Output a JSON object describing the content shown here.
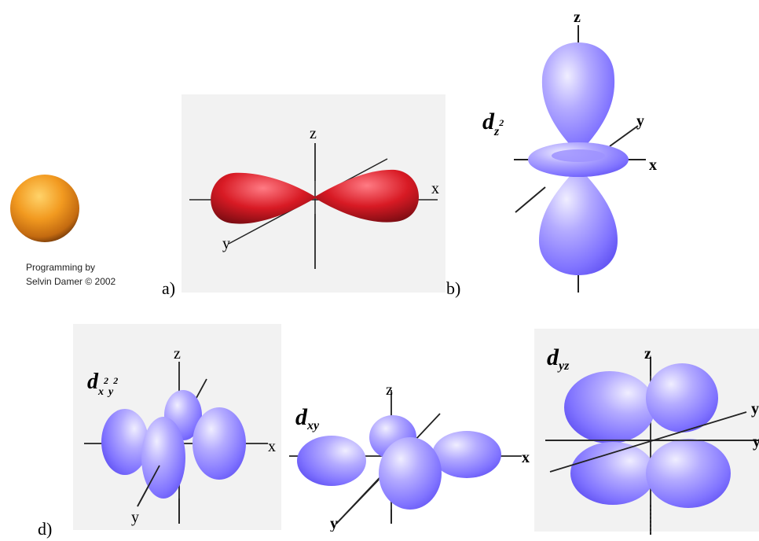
{
  "credit": {
    "line1": "Programming by",
    "line2": "Selvin Damer © 2002"
  },
  "part_labels": {
    "a": "a)",
    "b": "b)",
    "d": "d)"
  },
  "axes": {
    "x": "x",
    "y": "y",
    "z": "z"
  },
  "orbitals": {
    "dz2": {
      "main": "d",
      "sub": "z",
      "sup": "2"
    },
    "dx2y2": {
      "main": "d",
      "sub1": "x",
      "sup1": "2",
      "sub2": "y",
      "sup2": "2"
    },
    "dxy": {
      "main": "d",
      "sub": "xy"
    },
    "dyz": {
      "main": "d",
      "sub": "yz"
    }
  },
  "colors": {
    "s_orbital": "#e8901c",
    "p_orbital": "#cc1a22",
    "d_orbital": "#8a7cff",
    "panel_bg": "#f2f2f2"
  }
}
